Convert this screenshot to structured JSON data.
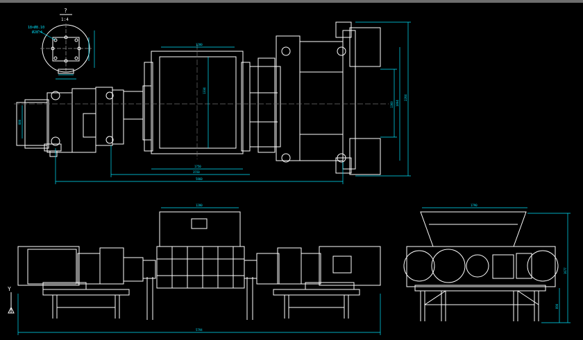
{
  "window": {
    "title_bar_color": "#6e6e6e",
    "background": "#000000"
  },
  "colors": {
    "outline": "#ffffff",
    "dimension": "#00e5ff",
    "center_line": "#6f6f6f"
  },
  "detail": {
    "marker": "?",
    "scale": "1:4",
    "hole_spec": "18×Ø8.10",
    "sub_spec": "Ø28.4"
  },
  "dims": {
    "plan_hopper_width": "1280",
    "plan_hopper_height": "1334",
    "plan_drive_span": "1750",
    "plan_total_1": "3550",
    "plan_total_2": "5860",
    "plan_right_1": "1360",
    "plan_right_2": "1804",
    "plan_right_3": "2264",
    "plan_motor_height": "880",
    "front_hopper_width": "1280",
    "front_total_length": "5794",
    "side_width": "1790",
    "side_height_1": "1677",
    "side_height_2": "890"
  },
  "ucs": {
    "y_label": "Y"
  }
}
